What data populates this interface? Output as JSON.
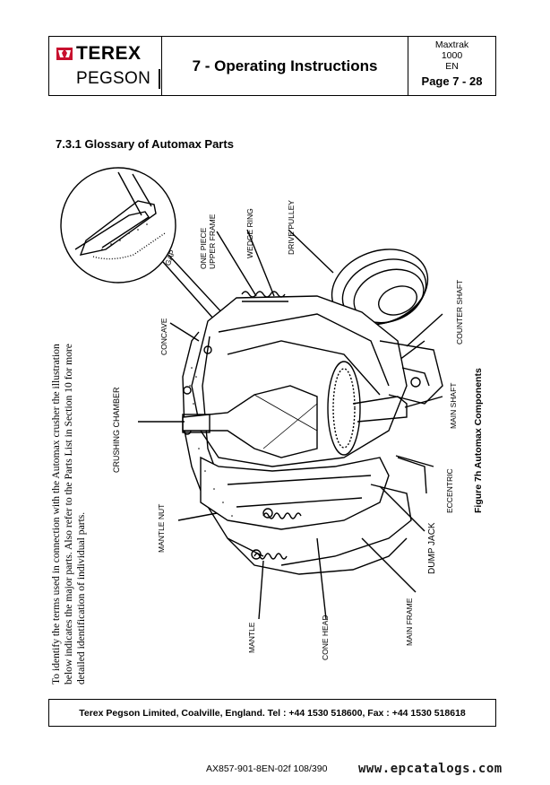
{
  "header": {
    "brand_top": "TEREX",
    "brand_bottom": "PEGSON",
    "title": "7 - Operating Instructions",
    "model": "Maxtrak",
    "model_number": "1000",
    "language": "EN",
    "page": "Page 7 - 28"
  },
  "section_title": "7.3.1 Glossary of Automax Parts",
  "labels": {
    "gap": "GAP",
    "one_piece_1": "ONE PIECE",
    "one_piece_2": "UPPER FRAME",
    "wedge_ring": "WEDGE RING",
    "drive_pulley": "DRIVE PULLEY",
    "counter_shaft": "COUNTER SHAFT",
    "main_shaft": "MAIN SHAFT",
    "eccentric": "ECCENTRIC",
    "dump_jack": "DUMP JACK",
    "main_frame": "MAIN FRAME",
    "cone_head": "CONE HEAD",
    "mantle": "MANTLE",
    "mantle_nut": "MANTLE NUT",
    "crushing_chamber": "CRUSHING CHAMBER",
    "concave": "CONCAVE"
  },
  "figure_caption": "Figure 7h Automax Components",
  "body_text": "To identify the terms used in connection with the Automax crusher the illustration below indicates the major parts. Also refer to the Parts List in Section 10 for more detailed identification of individual parts.",
  "footer": "Terex Pegson Limited, Coalville, England. Tel : +44 1530 518600, Fax : +44 1530 518618",
  "doc_ref": "AX857-901-8EN-02f  108/390",
  "watermark": "www.epcatalogs.com"
}
